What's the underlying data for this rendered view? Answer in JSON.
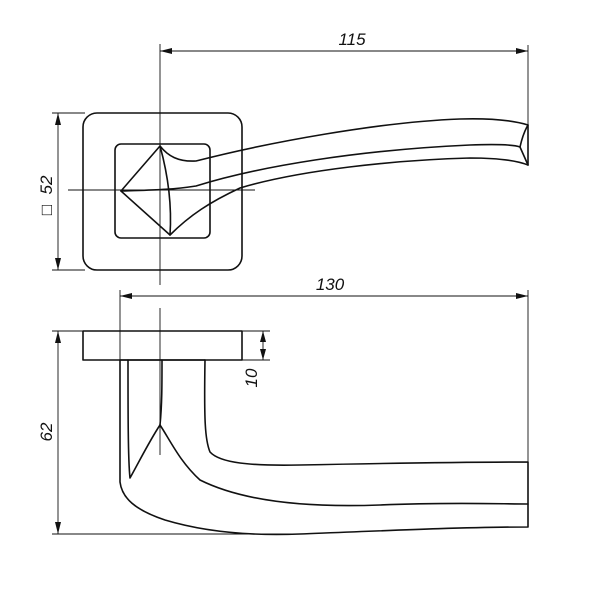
{
  "dimensions": {
    "top_length": "115",
    "bottom_length": "130",
    "rose_size": "52",
    "rose_size_symbol": "□",
    "handle_height": "62",
    "rose_thickness": "10"
  },
  "colors": {
    "line": "#111111",
    "background": "#ffffff"
  }
}
